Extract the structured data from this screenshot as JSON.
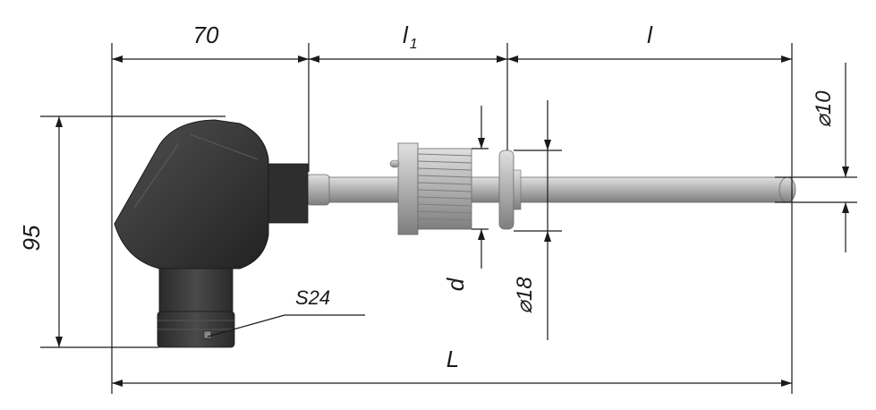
{
  "labels": {
    "len_head": "70",
    "len_l1": "l",
    "len_l1_sub": "1",
    "len_l": "l",
    "dia_probe": "⌀10",
    "height": "95",
    "thread_d": "d",
    "dia_flange": "⌀18",
    "hex": "S24",
    "total": "L"
  },
  "colors": {
    "head": "#3a3a3a",
    "head_dark": "#262626",
    "metal": "#b4b4b4",
    "metal_dark": "#8a8a8a",
    "line": "#1a1a1a"
  }
}
